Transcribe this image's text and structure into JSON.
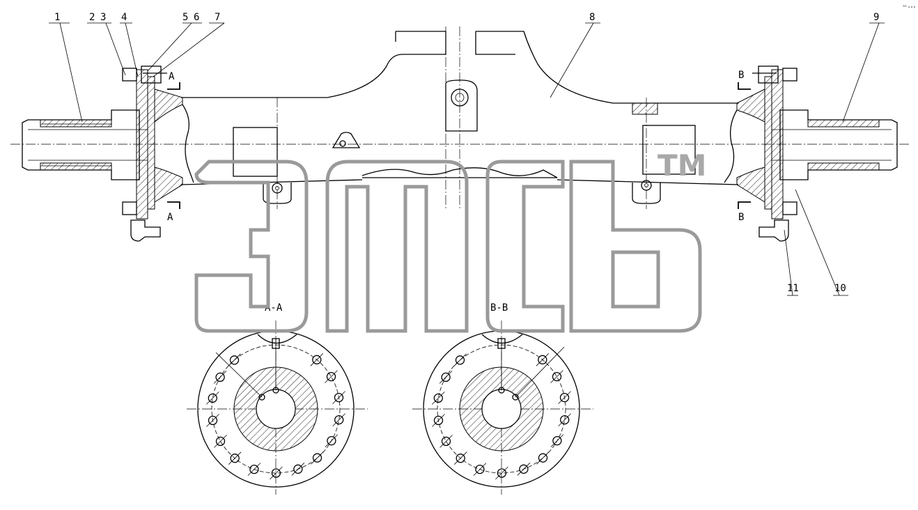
{
  "drawing": {
    "callouts": [
      "1",
      "2",
      "3",
      "4",
      "5",
      "6",
      "7",
      "8",
      "9",
      "10",
      "11"
    ],
    "section_marks": {
      "a": "A",
      "b": "B"
    },
    "section_titles": {
      "aa": "A-A",
      "bb": "B-B"
    }
  },
  "watermark": {
    "trademark": "TM"
  },
  "corner_mark": "°⁰ ∘∘∘"
}
